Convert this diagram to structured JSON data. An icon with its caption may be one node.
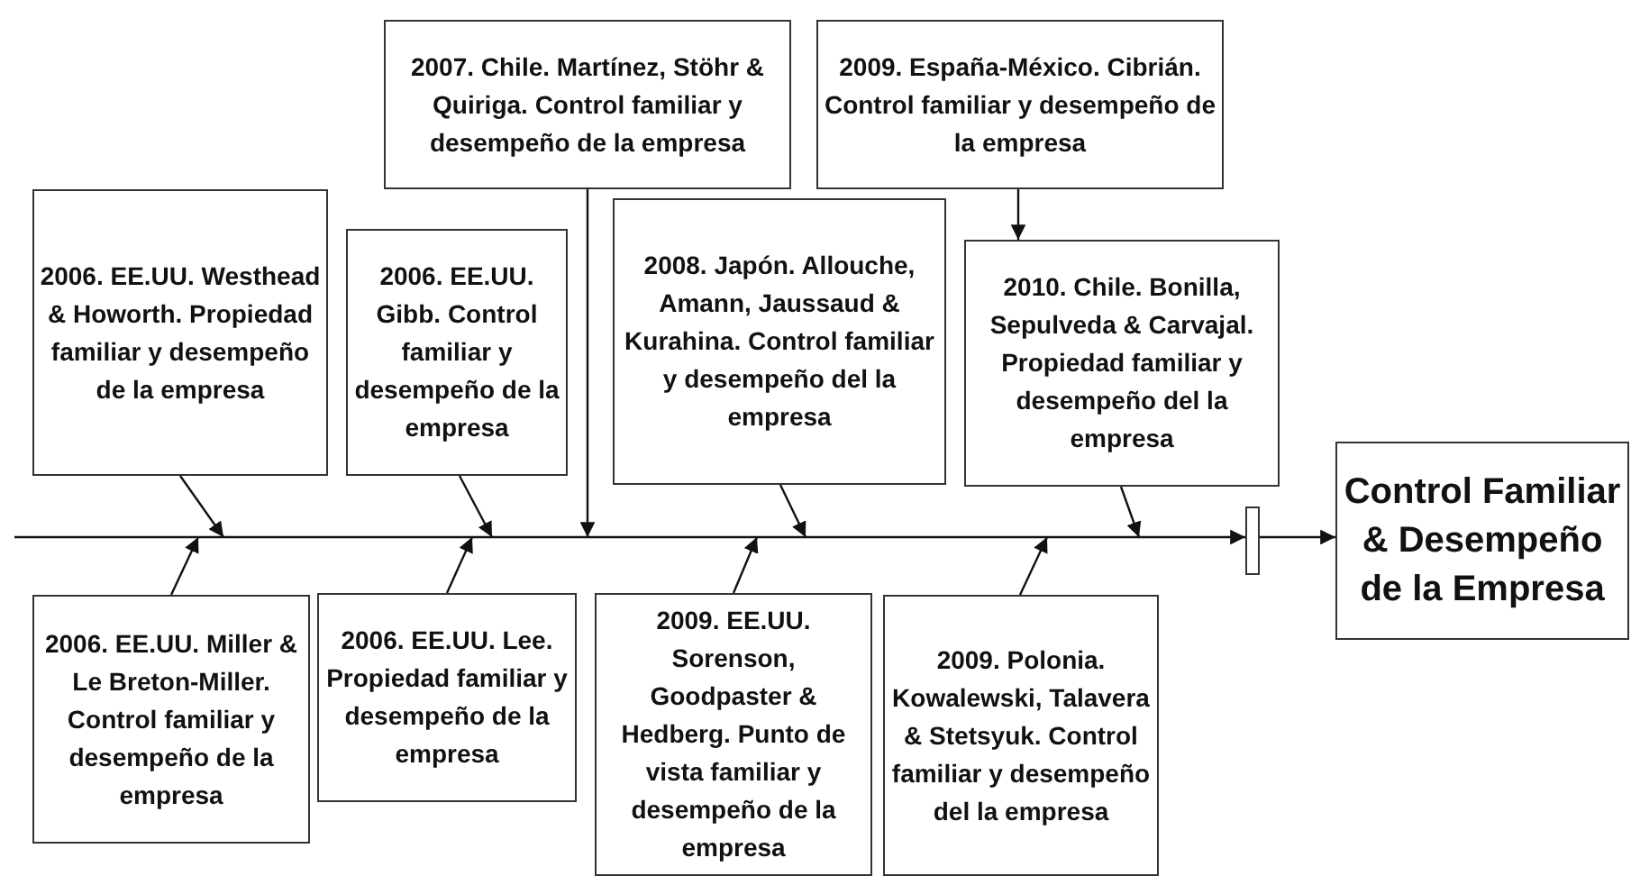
{
  "diagram": {
    "nodes": [
      {
        "text": [
          "2007. Chile. Martínez, Stöhr & Quiriga. Control familiar y desempeño de la empresa"
        ]
      },
      {
        "text": [
          "2009. España-México. Cibrián. Control familiar y desempeño de la empresa"
        ]
      },
      {
        "text": [
          "2006. EE.UU. Westhead & Howorth. Propiedad familiar y desempeño de la empresa"
        ]
      },
      {
        "text": [
          "2006. EE.UU. Gibb. Control familiar y desempeño de la empresa"
        ]
      },
      {
        "text": [
          "2008. Japón. Allouche, Amann, Jaussaud & Kurahina. Control familiar y desempeño del la empresa"
        ]
      },
      {
        "text": [
          "2010. Chile. Bonilla, Sepulveda & Carvajal. Propiedad familiar y desempeño del la empresa"
        ]
      },
      {
        "text": [
          "Control Familiar & Desempeño de la Empresa"
        ]
      },
      {
        "text": [],
        "shape": "bar"
      },
      {
        "text": [
          "2006. EE.UU. Miller & Le Breton-Miller. Control familiar y desempeño de la empresa"
        ]
      },
      {
        "text": [
          "2006. EE.UU. Lee. Propiedad familiar y desempeño de la empresa"
        ]
      },
      {
        "text": [
          "2009. EE.UU. Sorenson, Goodpaster & Hedberg. Punto de vista familiar y desempeño de la empresa"
        ]
      },
      {
        "text": [
          "2009. Polonia. Kowalewski, Talavera & Stetsyuk. Control familiar y desempeño del la empresa"
        ]
      }
    ],
    "edges": [
      {
        "from": 2,
        "to": null,
        "arrow": "to"
      },
      {
        "from": 3,
        "to": null,
        "arrow": "to"
      },
      {
        "from": 0,
        "to": null,
        "arrow": "to"
      },
      {
        "from": 4,
        "to": null,
        "arrow": "to"
      },
      {
        "from": 1,
        "to": 5,
        "arrow": "to"
      },
      {
        "from": 5,
        "to": null,
        "arrow": "to"
      },
      {
        "from": 8,
        "to": null,
        "arrow": "to"
      },
      {
        "from": 9,
        "to": null,
        "arrow": "to"
      },
      {
        "from": 10,
        "to": null,
        "arrow": "to"
      },
      {
        "from": 11,
        "to": null,
        "arrow": "to"
      },
      {
        "from": null,
        "to": 7,
        "arrow": "to"
      },
      {
        "from": 7,
        "to": 6,
        "arrow": "to"
      }
    ]
  }
}
